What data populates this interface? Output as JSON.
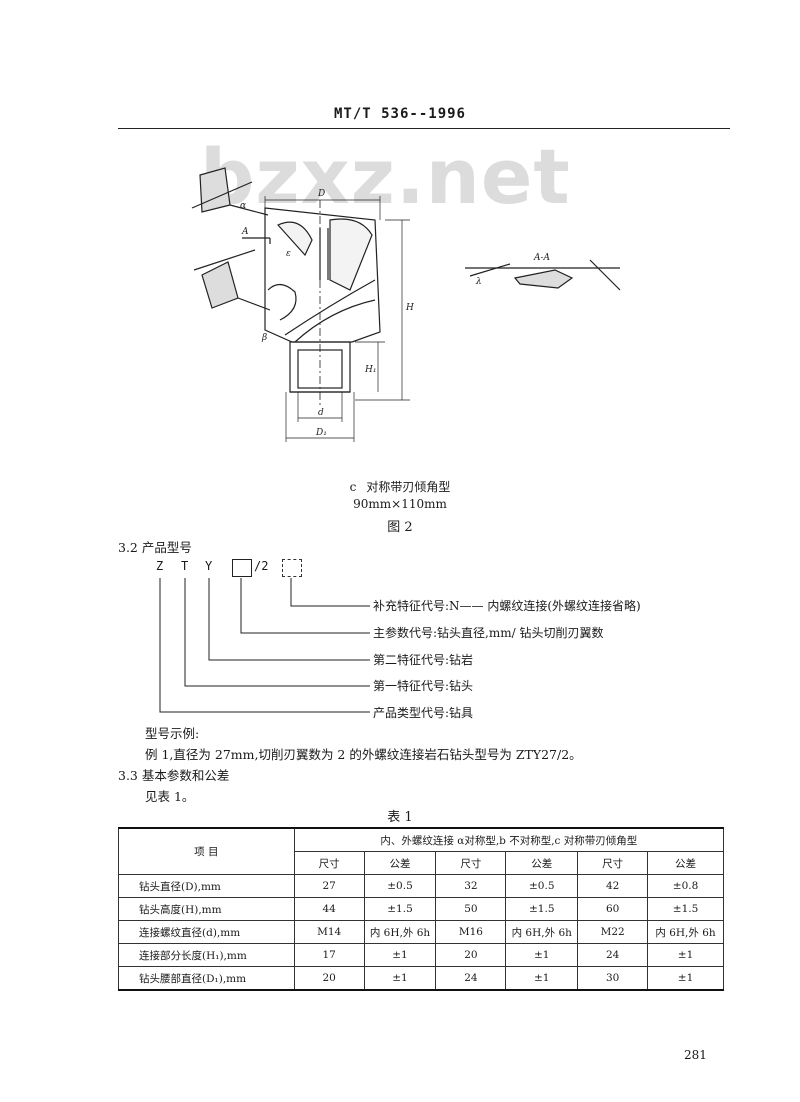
{
  "header": {
    "doc_code": "MT/T 536--1996"
  },
  "watermark": "bzxz.net",
  "figure": {
    "labels": {
      "D": "D",
      "H": "H",
      "H1": "H₁",
      "d": "d",
      "D1": "D₁",
      "A": "A",
      "alpha": "α",
      "beta": "β",
      "lambda": "λ",
      "epsilon": "ε",
      "section": "A-A"
    },
    "caption_prefix": "c",
    "caption": "对称带刃倾角型",
    "size": "90mm×110mm",
    "number": "图 2"
  },
  "section_3_2": {
    "heading": "3.2  产品型号",
    "code_letters": [
      "Z",
      "T",
      "Y"
    ],
    "code_suffix": "/2",
    "lines": [
      "补充特征代号:N—— 内螺纹连接(外螺纹连接省略)",
      "主参数代号:钻头直径,mm/ 钻头切削刃翼数",
      "第二特征代号:钻岩",
      "第一特征代号:钻头",
      "产品类型代号:钻具"
    ],
    "example_heading": "型号示例:",
    "example": "例 1,直径为 27mm,切削刃翼数为 2 的外螺纹连接岩石钻头型号为 ZTY27/2。"
  },
  "section_3_3": {
    "heading": "3.3  基本参数和公差",
    "text": "见表 1。"
  },
  "table": {
    "title": "表 1",
    "item_header": "项        目",
    "group_header": "内、外螺纹连接  α对称型,b 不对称型,c 对称带刃倾角型",
    "sub_headers": [
      "尺寸",
      "公差",
      "尺寸",
      "公差",
      "尺寸",
      "公差"
    ],
    "rows": [
      {
        "item": "钻头直径(D),mm",
        "values": [
          "27",
          "±0.5",
          "32",
          "±0.5",
          "42",
          "±0.8"
        ]
      },
      {
        "item": "钻头高度(H),mm",
        "values": [
          "44",
          "±1.5",
          "50",
          "±1.5",
          "60",
          "±1.5"
        ]
      },
      {
        "item": "连接螺纹直径(d),mm",
        "values": [
          "M14",
          "内 6H,外 6h",
          "M16",
          "内 6H,外 6h",
          "M22",
          "内 6H,外 6h"
        ]
      },
      {
        "item": "连接部分长度(H₁),mm",
        "values": [
          "17",
          "±1",
          "20",
          "±1",
          "24",
          "±1"
        ]
      },
      {
        "item": "钻头腰部直径(D₁),mm",
        "values": [
          "20",
          "±1",
          "24",
          "±1",
          "30",
          "±1"
        ]
      }
    ]
  },
  "page_number": "281"
}
